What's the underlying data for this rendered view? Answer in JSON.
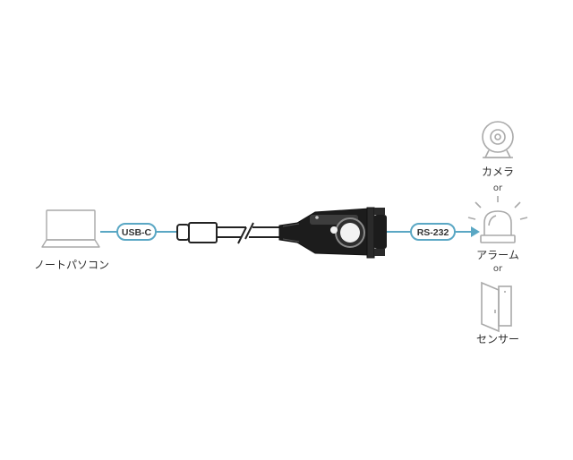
{
  "colors": {
    "line": "#5aa7c4",
    "icon": "#a9a9a9",
    "cable": "#2a2a2a",
    "connector": "#1c1c1c"
  },
  "laptop": {
    "label": "ノートパソコン",
    "icon": "laptop-icon"
  },
  "usb_badge": "USB-C",
  "rs_badge": "RS-232",
  "devices": [
    {
      "label": "カメラ",
      "icon": "webcam-icon"
    },
    {
      "label": "アラーム",
      "icon": "alarm-light-icon"
    },
    {
      "label": "センサー",
      "icon": "door-sensor-icon"
    }
  ],
  "separators": [
    "or",
    "or"
  ]
}
